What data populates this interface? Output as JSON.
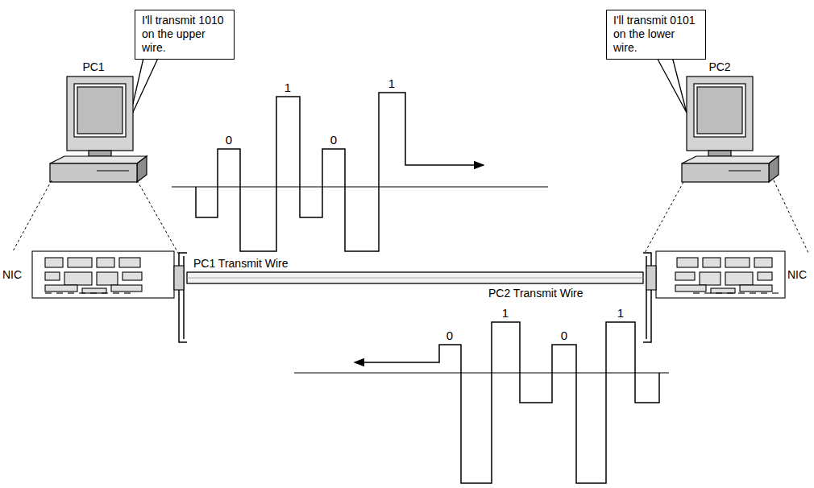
{
  "diagram": {
    "nodes": [
      {
        "text": [
          "I'll transmit 1010 on the upper wire."
        ]
      },
      {
        "text": [
          "I'll transmit 0101 on the lower wire."
        ]
      }
    ],
    "labels": [
      "PC1",
      "PC2",
      "0",
      "1",
      "0",
      "1",
      "NIC",
      "PC1 Transmit Wire",
      "NIC",
      "PC2 Transmit Wire",
      "0",
      "1",
      "0",
      "1"
    ]
  }
}
